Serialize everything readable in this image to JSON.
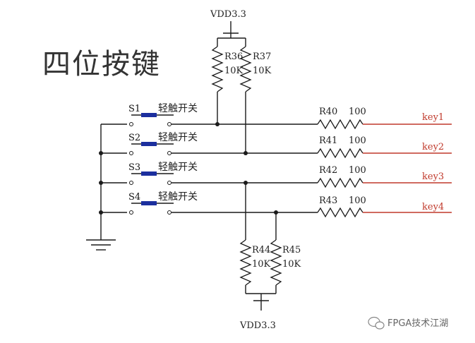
{
  "title": "四位按键",
  "vdd_top": "VDD3.3",
  "vdd_bottom": "VDD3.3",
  "pullup_top": [
    {
      "ref": "R36",
      "value": "10K"
    },
    {
      "ref": "R37",
      "value": "10K"
    }
  ],
  "pullup_bottom": [
    {
      "ref": "R44",
      "value": "10K"
    },
    {
      "ref": "R45",
      "value": "10K"
    }
  ],
  "switches": [
    {
      "ref": "S1",
      "desc": "轻触开关"
    },
    {
      "ref": "S2",
      "desc": "轻触开关"
    },
    {
      "ref": "S3",
      "desc": "轻触开关"
    },
    {
      "ref": "S4",
      "desc": "轻触开关"
    }
  ],
  "series_resistors": [
    {
      "ref": "R40",
      "value": "100"
    },
    {
      "ref": "R41",
      "value": "100"
    },
    {
      "ref": "R42",
      "value": "100"
    },
    {
      "ref": "R43",
      "value": "100"
    }
  ],
  "nets": [
    "key1",
    "key2",
    "key3",
    "key4"
  ],
  "watermark": "FPGA技术江湖",
  "colors": {
    "wire": "#1a1a1a",
    "net_label": "#c0392b",
    "switch_bar": "#1c2f9e"
  }
}
